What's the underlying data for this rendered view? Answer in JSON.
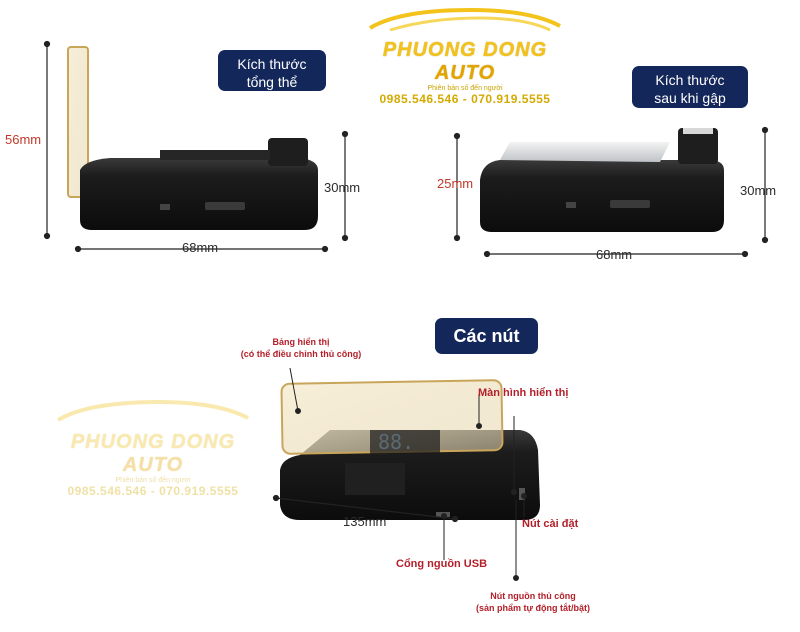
{
  "watermark": {
    "brand": "PHUONG DONG",
    "brand_accent": "AUTO",
    "slogan": "Phiên bản số đến người",
    "phone": "0985.546.546 - 070.919.5555"
  },
  "badges": {
    "overall": [
      "Kích thước",
      "tổng thể"
    ],
    "folded": [
      "Kích thước",
      "sau khi gập"
    ],
    "buttons": "Các nút"
  },
  "dimensions": {
    "left_height": "56mm",
    "left_body_height": "30mm",
    "left_width": "68mm",
    "right_folded_height": "25mm",
    "right_body_height": "30mm",
    "right_width": "68mm",
    "bottom_width": "135mm"
  },
  "callouts": {
    "display_panel": [
      "Bảng hiển thị",
      "(có thể điều chỉnh thủ công)"
    ],
    "display_screen": "Màn hình hiển thị",
    "settings_button": "Nút cài đặt",
    "usb_port": "Cổng nguồn USB",
    "power_button": [
      "Nút nguồn thủ công",
      "(sản phẩm tự động tắt/bật)"
    ]
  },
  "colors": {
    "badge_bg": "#14275a",
    "callout_text": "#b3202a",
    "dimension_text": "#c0392b",
    "logo_yellow": "#f3c21b",
    "device_body": "#1b1b1b"
  }
}
